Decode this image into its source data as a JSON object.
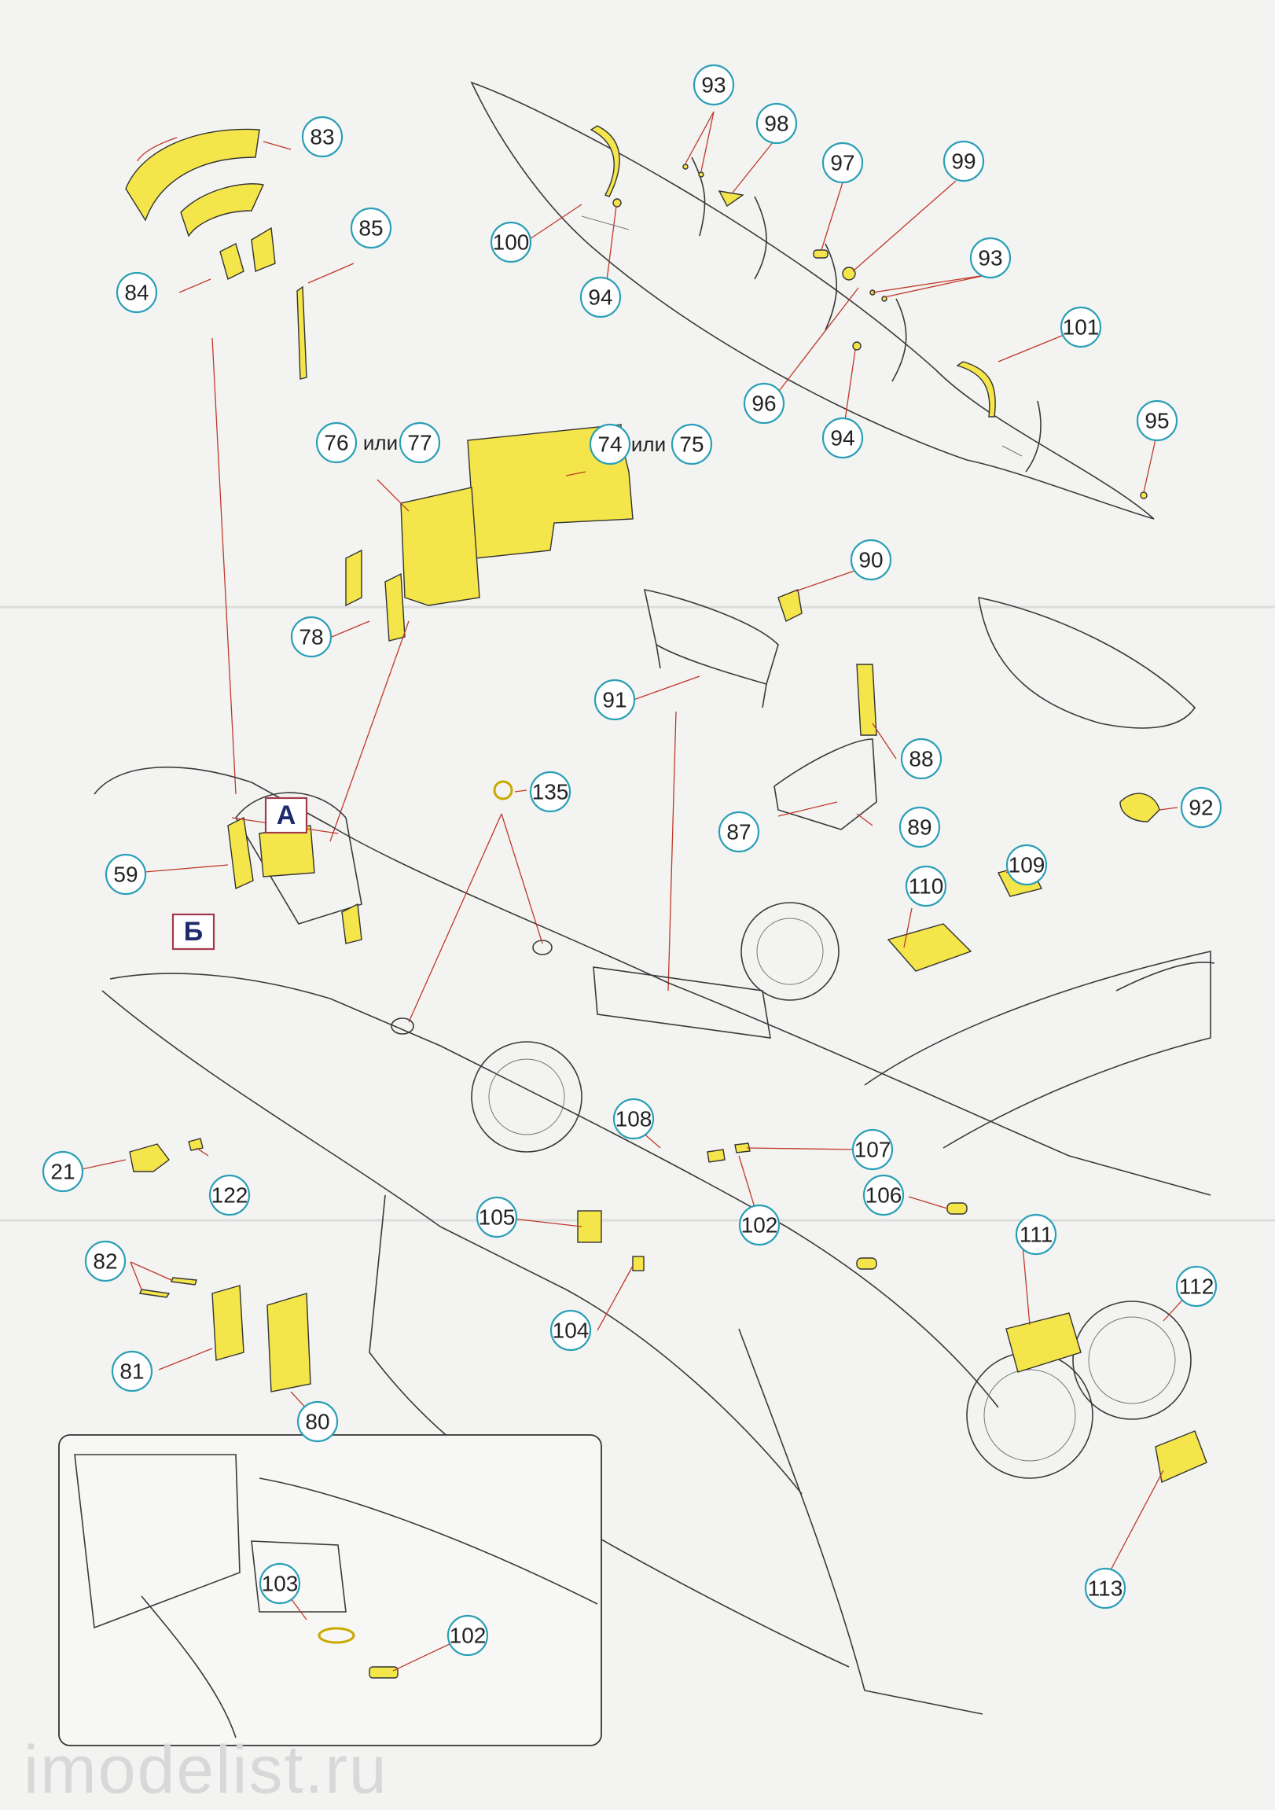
{
  "callouts": [
    {
      "label": "93"
    },
    {
      "label": "98"
    },
    {
      "label": "97"
    },
    {
      "label": "99"
    },
    {
      "label": "100"
    },
    {
      "label": "94"
    },
    {
      "label": "93"
    },
    {
      "label": "96"
    },
    {
      "label": "94"
    },
    {
      "label": "101"
    },
    {
      "label": "95"
    },
    {
      "label": "83"
    },
    {
      "label": "85"
    },
    {
      "label": "84"
    },
    {
      "label": "76"
    },
    {
      "label": "77"
    },
    {
      "label": "74"
    },
    {
      "label": "75"
    },
    {
      "label": "78"
    },
    {
      "label": "90"
    },
    {
      "label": "91"
    },
    {
      "label": "88"
    },
    {
      "label": "92"
    },
    {
      "label": "87"
    },
    {
      "label": "89"
    },
    {
      "label": "135"
    },
    {
      "label": "59"
    },
    {
      "label": "110"
    },
    {
      "label": "109"
    },
    {
      "label": "21"
    },
    {
      "label": "122"
    },
    {
      "label": "108"
    },
    {
      "label": "107"
    },
    {
      "label": "102"
    },
    {
      "label": "106"
    },
    {
      "label": "105"
    },
    {
      "label": "111"
    },
    {
      "label": "112"
    },
    {
      "label": "82"
    },
    {
      "label": "104"
    },
    {
      "label": "81"
    },
    {
      "label": "80"
    },
    {
      "label": "113"
    },
    {
      "label": "103"
    },
    {
      "label": "102"
    }
  ],
  "or_labels": [
    "или",
    "или"
  ],
  "section_labels": [
    "А",
    "Б"
  ],
  "watermark": "imodelist.ru",
  "colors": {
    "photoetch": "#f4e54a",
    "callout_ring": "#2a9fb6",
    "leader": "#c0392b",
    "section_box": "#a33a4a"
  }
}
